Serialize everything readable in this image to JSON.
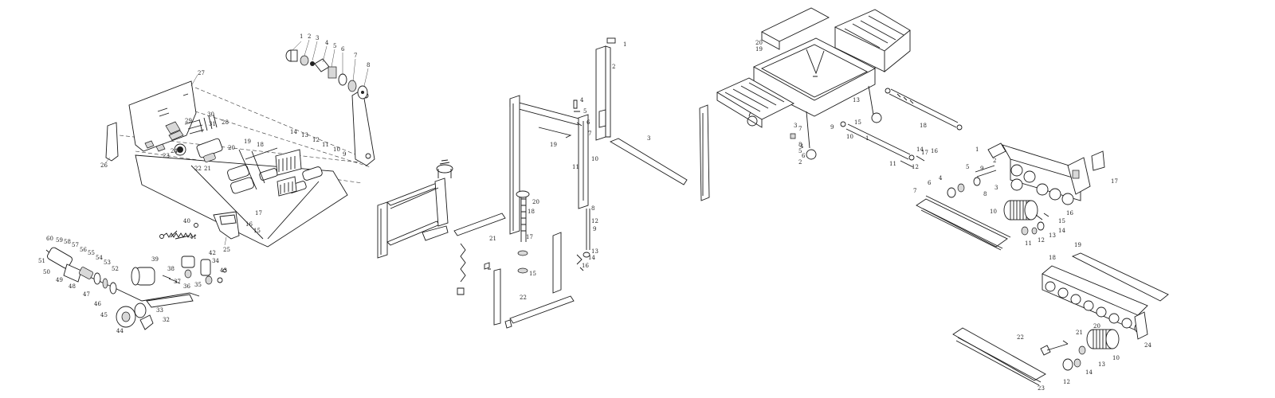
{
  "drawing": {
    "frame_a_side_plate_label": "27",
    "frame_a_end_plate_label": "26",
    "frame_a_bracket_label": "25",
    "roller_row_labels": [
      "1",
      "2",
      "3",
      "4",
      "5",
      "6",
      "7",
      "8"
    ],
    "frame_a_misc_labels": [
      "14",
      "13",
      "12",
      "11",
      "10",
      "9",
      "28",
      "31",
      "30",
      "29",
      "24",
      "23",
      "22",
      "21",
      "20",
      "19",
      "18",
      "17",
      "16",
      "15"
    ],
    "lower_assy_labels": [
      "60",
      "59",
      "58",
      "57",
      "56",
      "55",
      "54",
      "53",
      "52",
      "51",
      "50",
      "49",
      "48",
      "47",
      "46",
      "45",
      "44",
      "43",
      "42",
      "41",
      "40",
      "39",
      "38",
      "37",
      "36",
      "35",
      "34",
      "33",
      "32"
    ],
    "column_labels": [
      "1",
      "2",
      "3",
      "4",
      "5",
      "6",
      "7",
      "8",
      "9",
      "10",
      "11",
      "12",
      "13",
      "14",
      "15",
      "16",
      "17",
      "18",
      "19",
      "20",
      "21",
      "22"
    ],
    "table_labels": [
      "1",
      "2",
      "3",
      "4",
      "5",
      "6",
      "7",
      "8",
      "9",
      "10",
      "11",
      "12",
      "13",
      "14",
      "15",
      "16",
      "17",
      "18",
      "19",
      "20"
    ],
    "belt_unit_a_labels": [
      "1",
      "2",
      "3",
      "4",
      "5",
      "6",
      "7",
      "8",
      "9",
      "10",
      "11",
      "12",
      "13",
      "14",
      "15",
      "16",
      "17"
    ],
    "belt_unit_b_labels": [
      "10",
      "12",
      "13",
      "14",
      "18",
      "19",
      "20",
      "21",
      "22",
      "23",
      "24"
    ]
  }
}
